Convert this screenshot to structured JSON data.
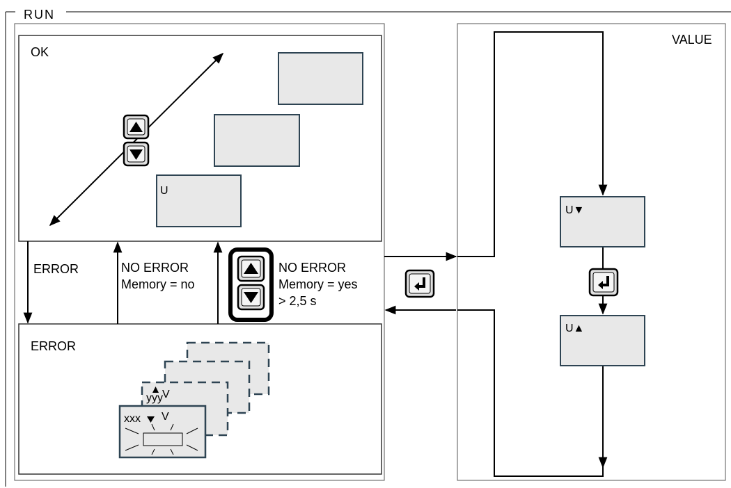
{
  "run": {
    "title": "RUN",
    "ok_label": "OK",
    "error_label": "ERROR",
    "ok_display_label": "U",
    "transitions": {
      "error": "ERROR",
      "no_error_no_memory_1": "NO ERROR",
      "no_error_no_memory_2": "Memory = no",
      "no_error_memory_1": "NO ERROR",
      "no_error_memory_2": "Memory = yes",
      "no_error_memory_3": "> 2,5  s"
    },
    "error_displays": {
      "front_value": "xxx",
      "front_unit": "V",
      "back_value": "yyy",
      "back_unit": "V"
    }
  },
  "value": {
    "title": "VALUE",
    "display_down_label": "U▼",
    "display_up_label": "U▲"
  },
  "icons": {
    "up": "up-arrow-key-icon",
    "down": "down-arrow-key-icon",
    "enter": "enter-key-icon"
  },
  "colors": {
    "display_fill": "#e8e8e8",
    "display_border": "#2e4453",
    "line": "#000000"
  }
}
